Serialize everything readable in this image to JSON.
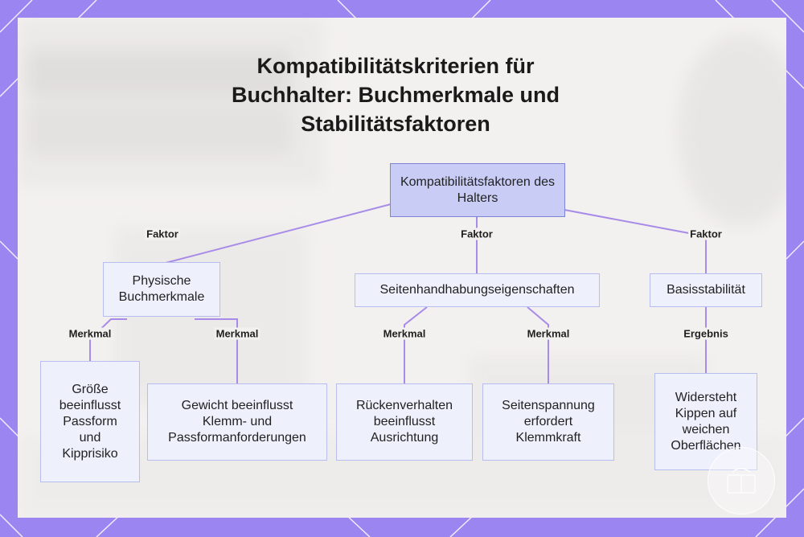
{
  "title": "Kompatibilitätskriterien für Buchhalter: Buchmerkmale und Stabilitätsfaktoren",
  "nodes": {
    "root": "Kompatibilitätsfaktoren des Halters",
    "physical": "Physische Buchmerkmale",
    "page_handling": "Seitenhandhabungseigenschaften",
    "base_stability": "Basisstabilität",
    "size": "Größe beeinflusst Passform und Kipprisiko",
    "weight": "Gewicht beeinflusst Klemm- und Passformanforderungen",
    "back": "Rückenverhalten beeinflusst Ausrichtung",
    "tension": "Seitenspannung erfordert Klemmkraft",
    "resists": "Widersteht Kippen auf weichen Oberflächen"
  },
  "edge_labels": {
    "faktor_1": "Faktor",
    "faktor_2": "Faktor",
    "faktor_3": "Faktor",
    "merkmal_1": "Merkmal",
    "merkmal_2": "Merkmal",
    "merkmal_3": "Merkmal",
    "merkmal_4": "Merkmal",
    "ergebnis": "Ergebnis"
  },
  "colors": {
    "frame": "#9b85f0",
    "panel": "#f3f1f0",
    "node_fill": "#eef0fb",
    "node_border": "#b8bdf0",
    "root_fill": "#c9ccf5",
    "root_border": "#7e83d6",
    "edge": "#a88be8"
  }
}
